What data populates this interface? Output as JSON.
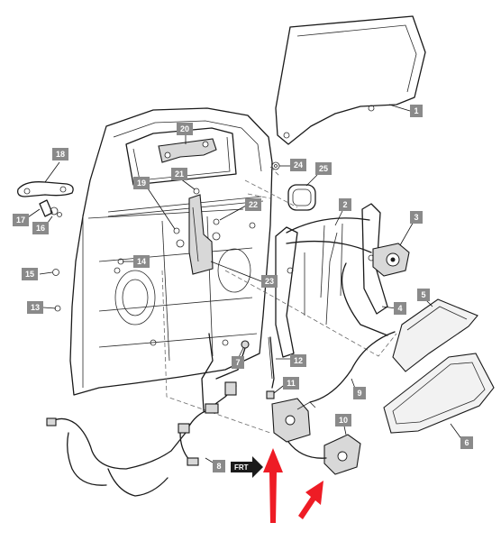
{
  "diagram": {
    "callouts": [
      {
        "id": "1",
        "label": "1"
      },
      {
        "id": "2",
        "label": "2"
      },
      {
        "id": "3",
        "label": "3"
      },
      {
        "id": "4",
        "label": "4"
      },
      {
        "id": "5",
        "label": "5"
      },
      {
        "id": "6",
        "label": "6"
      },
      {
        "id": "7",
        "label": "7"
      },
      {
        "id": "8",
        "label": "8"
      },
      {
        "id": "9",
        "label": "9"
      },
      {
        "id": "10",
        "label": "10"
      },
      {
        "id": "11",
        "label": "11"
      },
      {
        "id": "12",
        "label": "12"
      },
      {
        "id": "13",
        "label": "13"
      },
      {
        "id": "14",
        "label": "14"
      },
      {
        "id": "15",
        "label": "15"
      },
      {
        "id": "16",
        "label": "16"
      },
      {
        "id": "17",
        "label": "17"
      },
      {
        "id": "18",
        "label": "18"
      },
      {
        "id": "19",
        "label": "19"
      },
      {
        "id": "20",
        "label": "20"
      },
      {
        "id": "21",
        "label": "21"
      },
      {
        "id": "22",
        "label": "22"
      },
      {
        "id": "23",
        "label": "23"
      },
      {
        "id": "24",
        "label": "24"
      },
      {
        "id": "25",
        "label": "25"
      }
    ],
    "front_indicator": "FRT",
    "colors": {
      "callout_box": "#8a8a8a",
      "callout_text": "#ffffff",
      "line_art": "#1a1a1a",
      "indicator_arrows": "#ee1c25"
    }
  }
}
